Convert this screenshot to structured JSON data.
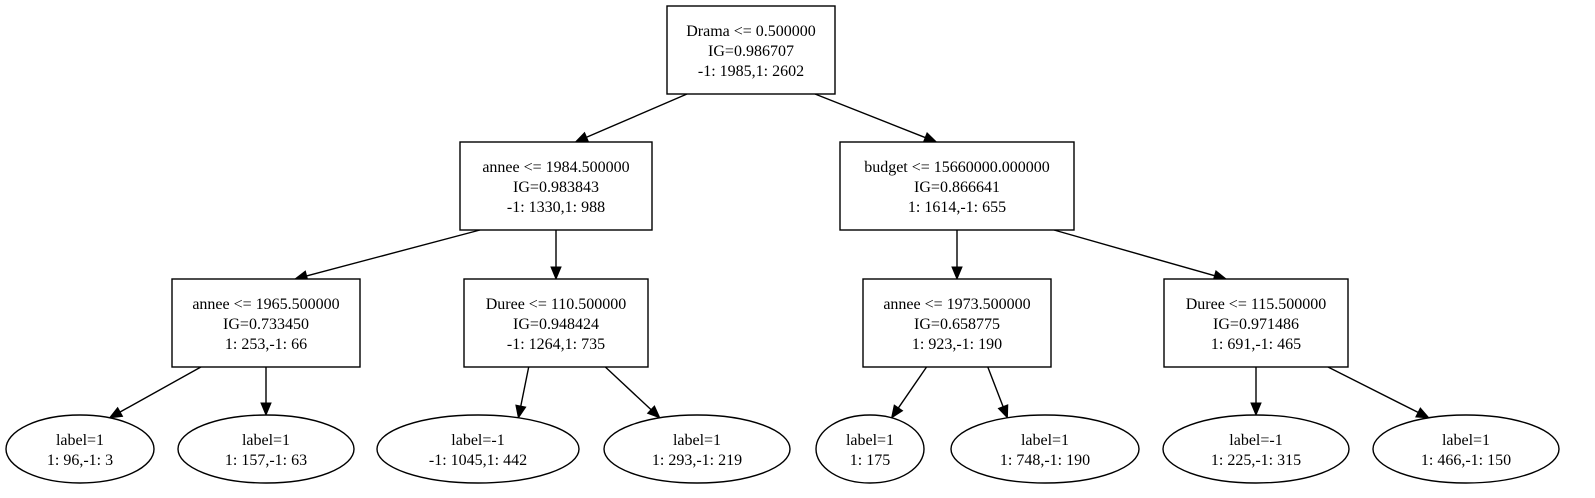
{
  "diagram": {
    "nodes": [
      {
        "id": "n0",
        "shape": "box",
        "lines": [
          "Drama <= 0.500000",
          "IG=0.986707",
          "-1: 1985,1: 2602"
        ]
      },
      {
        "id": "n1",
        "shape": "box",
        "lines": [
          "annee <= 1984.500000",
          "IG=0.983843",
          "-1: 1330,1: 988"
        ]
      },
      {
        "id": "n2",
        "shape": "box",
        "lines": [
          "budget <= 15660000.000000",
          "IG=0.866641",
          "1: 1614,-1: 655"
        ]
      },
      {
        "id": "n3",
        "shape": "box",
        "lines": [
          "annee <= 1965.500000",
          "IG=0.733450",
          "1: 253,-1: 66"
        ]
      },
      {
        "id": "n4",
        "shape": "box",
        "lines": [
          "Duree <= 110.500000",
          "IG=0.948424",
          "-1: 1264,1: 735"
        ]
      },
      {
        "id": "n5",
        "shape": "box",
        "lines": [
          "annee <= 1973.500000",
          "IG=0.658775",
          "1: 923,-1: 190"
        ]
      },
      {
        "id": "n6",
        "shape": "box",
        "lines": [
          "Duree <= 115.500000",
          "IG=0.971486",
          "1: 691,-1: 465"
        ]
      },
      {
        "id": "n7",
        "shape": "ellipse",
        "lines": [
          "label=1",
          "1: 96,-1: 3"
        ]
      },
      {
        "id": "n8",
        "shape": "ellipse",
        "lines": [
          "label=1",
          "1: 157,-1: 63"
        ]
      },
      {
        "id": "n9",
        "shape": "ellipse",
        "lines": [
          "label=-1",
          "-1: 1045,1: 442"
        ]
      },
      {
        "id": "n10",
        "shape": "ellipse",
        "lines": [
          "label=1",
          "1: 293,-1: 219"
        ]
      },
      {
        "id": "n11",
        "shape": "ellipse",
        "lines": [
          "label=1",
          "1: 175"
        ]
      },
      {
        "id": "n12",
        "shape": "ellipse",
        "lines": [
          "label=1",
          "1: 748,-1: 190"
        ]
      },
      {
        "id": "n13",
        "shape": "ellipse",
        "lines": [
          "label=-1",
          "1: 225,-1: 315"
        ]
      },
      {
        "id": "n14",
        "shape": "ellipse",
        "lines": [
          "label=1",
          "1: 466,-1: 150"
        ]
      }
    ],
    "edges": [
      {
        "from": "n0",
        "to": "n1"
      },
      {
        "from": "n0",
        "to": "n2"
      },
      {
        "from": "n1",
        "to": "n3"
      },
      {
        "from": "n1",
        "to": "n4"
      },
      {
        "from": "n2",
        "to": "n5"
      },
      {
        "from": "n2",
        "to": "n6"
      },
      {
        "from": "n3",
        "to": "n7"
      },
      {
        "from": "n3",
        "to": "n8"
      },
      {
        "from": "n4",
        "to": "n9"
      },
      {
        "from": "n4",
        "to": "n10"
      },
      {
        "from": "n5",
        "to": "n11"
      },
      {
        "from": "n5",
        "to": "n12"
      },
      {
        "from": "n6",
        "to": "n13"
      },
      {
        "from": "n6",
        "to": "n14"
      }
    ]
  }
}
